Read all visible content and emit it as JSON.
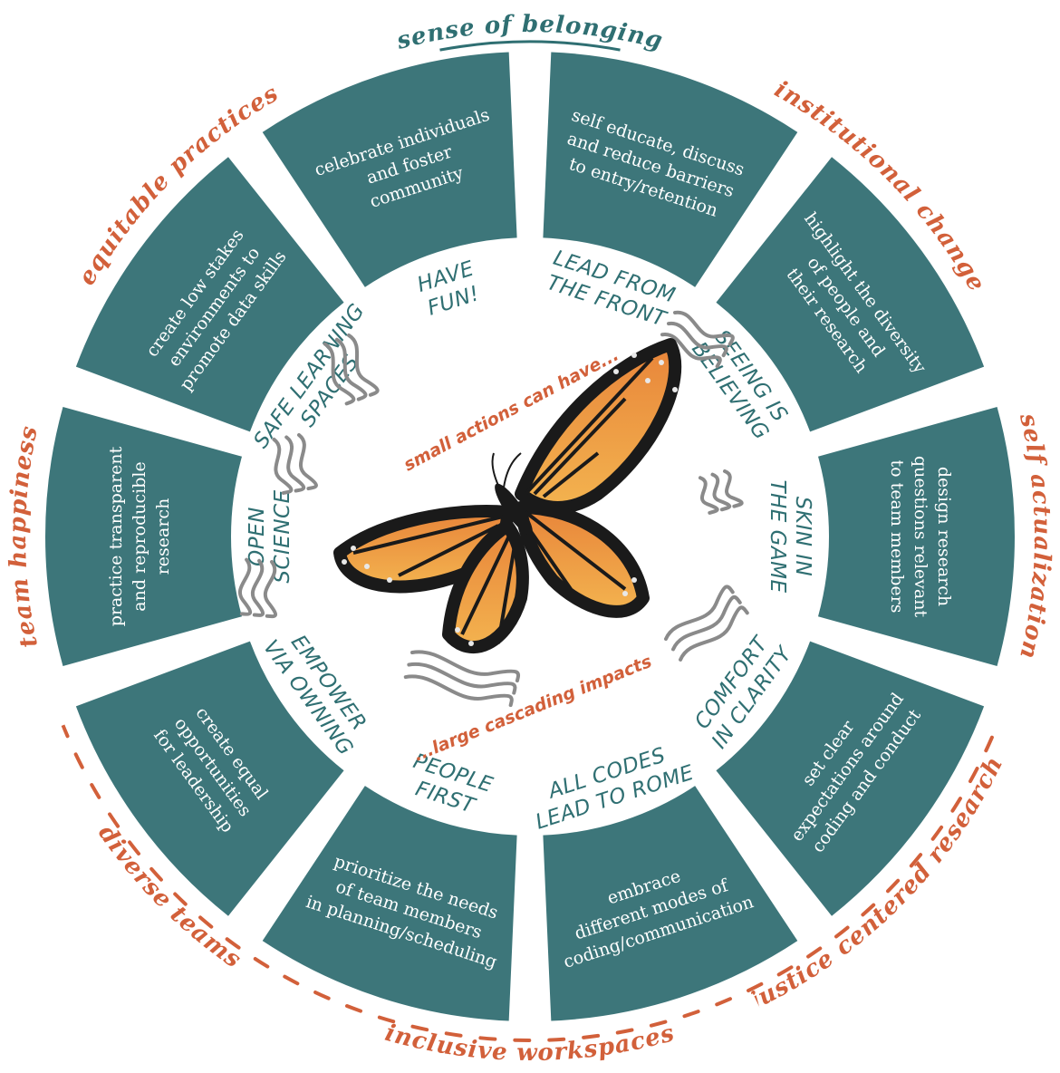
{
  "colors": {
    "segment": "#3d767a",
    "inner_label": "#2f6f72",
    "outer_label": "#d2603a",
    "outer_label_top": "#2f6f72",
    "dash": "#d2603a",
    "ripple": "#8a8a8a",
    "wing_orange": "#e8853a",
    "wing_yellow": "#f3b34f",
    "wing_black": "#1a1a1a"
  },
  "outer_ring": [
    {
      "text": "sense of belonging",
      "top": true
    },
    {
      "text": "institutional change"
    },
    {
      "text": "self actualization"
    },
    {
      "text": "justice centered research"
    },
    {
      "text": "inclusive workspaces"
    },
    {
      "text": "diverse teams"
    },
    {
      "text": "team happiness"
    },
    {
      "text": "equitable practices"
    }
  ],
  "segments": [
    {
      "lines": [
        "celebrate individuals",
        "and foster",
        "community"
      ],
      "label": [
        "HAVE",
        "FUN!"
      ]
    },
    {
      "lines": [
        "self educate, discuss",
        "and reduce barriers",
        "to entry/retention"
      ],
      "label": [
        "LEAD FROM",
        "THE FRONT"
      ]
    },
    {
      "lines": [
        "highlight the diversity",
        "of people and",
        "their research"
      ],
      "label": [
        "SEEING IS",
        "BELIEVING"
      ]
    },
    {
      "lines": [
        "design research",
        "questions relevant",
        "to team members"
      ],
      "label": [
        "SKIN IN",
        "THE GAME"
      ]
    },
    {
      "lines": [
        "set clear",
        "expectations around",
        "coding and conduct"
      ],
      "label": [
        "COMFORT",
        "IN CLARITY"
      ]
    },
    {
      "lines": [
        "embrace",
        "different modes of",
        "coding/communication"
      ],
      "label": [
        "ALL CODES",
        "LEAD TO ROME"
      ]
    },
    {
      "lines": [
        "prioritize the needs",
        "of team members",
        "in planning/scheduling"
      ],
      "label": [
        "PEOPLE",
        "FIRST"
      ]
    },
    {
      "lines": [
        "create equal",
        "opportunities",
        "for leadership"
      ],
      "label": [
        "EMPOWER",
        "VIA OWNING"
      ]
    },
    {
      "lines": [
        "practice transparent",
        "and reproducible",
        "research"
      ],
      "label": [
        "OPEN",
        "SCIENCE"
      ]
    },
    {
      "lines": [
        "create low stakes",
        "environments to",
        "promote data skills"
      ],
      "label": [
        "SAFE LEARNING",
        "SPACES"
      ]
    }
  ],
  "center": {
    "top_text": "small actions can have...",
    "bottom_text": "...large cascading impacts",
    "icon": "monarch-butterfly-icon"
  }
}
